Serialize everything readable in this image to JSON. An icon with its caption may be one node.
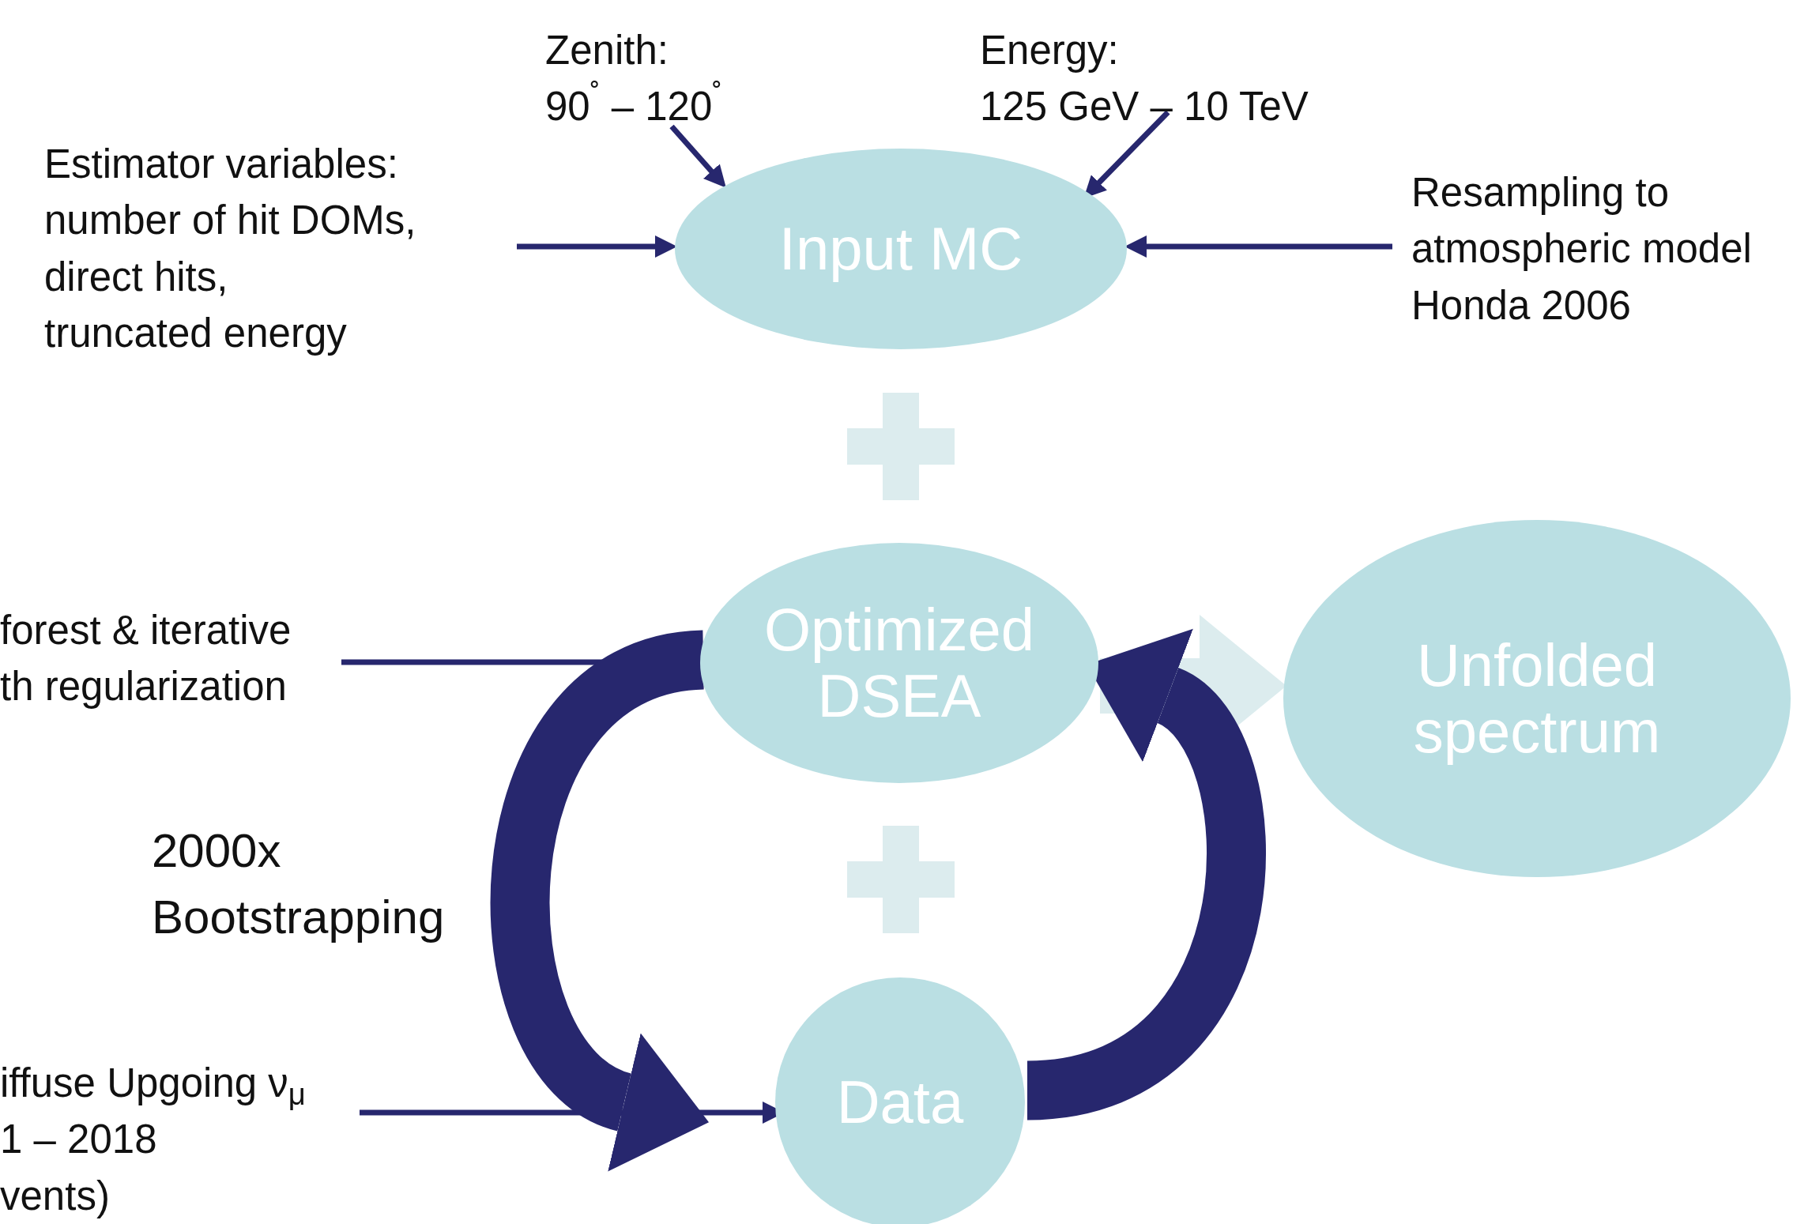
{
  "diagram": {
    "nodes": [
      {
        "text": [
          "Zenith:",
          "90$^{˚}$ – 120$^{˚}$"
        ]
      },
      {
        "text": [
          "Energy:",
          "125 GeV – 10 TeV"
        ]
      },
      {
        "text": [
          "Estimator variables:",
          "number of hit DOMs,",
          "direct hits,",
          "truncated energy"
        ]
      },
      {
        "text": [
          "Input MC"
        ]
      },
      {
        "text": [
          "Resampling to atmospheric model",
          "Honda 2006"
        ]
      },
      {
        "text": [
          "forest & iterative",
          "th regularization"
        ]
      },
      {
        "text": [
          "Optimized DSEA"
        ]
      },
      {
        "text": [
          "Unfolded spectrum"
        ]
      },
      {
        "text": [
          "iffuse Upgoing ν$_{μ}$",
          "1 – 2018",
          "vents)"
        ]
      },
      {
        "text": [
          "Data"
        ]
      }
    ],
    "edges": [
      {
        "from": 0,
        "to": 3,
        "arrow": "to"
      },
      {
        "from": 1,
        "to": 3,
        "arrow": "to"
      },
      {
        "from": 2,
        "to": 3,
        "arrow": "to"
      },
      {
        "from": 4,
        "to": 3,
        "arrow": "to"
      },
      {
        "from": 5,
        "to": 6,
        "arrow": "to"
      },
      {
        "from": 8,
        "to": 9,
        "arrow": "to"
      },
      {
        "from": 6,
        "to": 9,
        "arrow": "to",
        "style": "thick"
      },
      {
        "from": 9,
        "to": 6,
        "arrow": "to",
        "style": "thick"
      },
      {
        "from": 6,
        "to": 7,
        "arrow": "to",
        "style": "thick",
        "color": "#dcecee"
      }
    ],
    "labels": [
      "2000x Bootstrapping"
    ]
  }
}
